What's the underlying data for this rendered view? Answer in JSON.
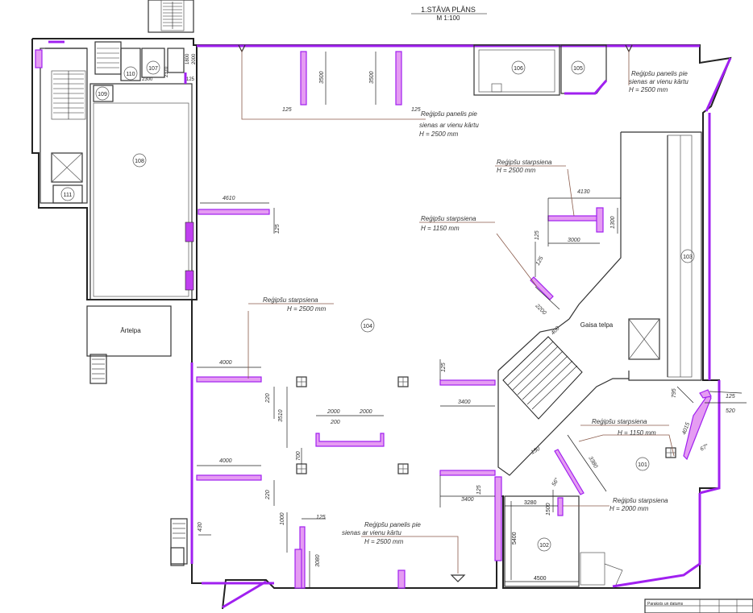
{
  "title": {
    "line1": "1.STĀVA PLĀNS",
    "line2": "M 1:100"
  },
  "rooms": {
    "r101": "101",
    "r102": "102",
    "r103": "103",
    "r104": "104",
    "r105": "105",
    "r106": "106",
    "r107": "107",
    "r108": "108",
    "r109": "109",
    "r110": "110",
    "r111": "111"
  },
  "labels": {
    "artelpa": "Ārtelpa",
    "gaisa_telpa": "Gaisa telpa"
  },
  "notes": {
    "panel_top_right": {
      "l1": "Reģipšu panelis pie",
      "l2": "sienas ar vienu kārtu",
      "l3": "H = 2500 mm"
    },
    "panel_top_center": {
      "l1": "Reģipšu panelis pie",
      "l2": "sienas ar vienu kārtu",
      "l3": "H = 2500 mm"
    },
    "panel_bottom": {
      "l1": "Reģipšu panelis pie",
      "l2": "sienas ar vienu kārtu",
      "l3": "H = 2500 mm"
    },
    "starp_2500_right": {
      "l1": "Reģipšu starpsiena",
      "l2": "H = 2500 mm"
    },
    "starp_1150_mid": {
      "l1": "Reģipšu starpsiena",
      "l2": "H = 1150 mm"
    },
    "starp_2500_left": {
      "l1": "Reģipšu starpsiena",
      "l2": "H = 2500 mm"
    },
    "starp_1150_101": {
      "l1": "Reģipšu starpsiena",
      "l2": "H = 1150 mm"
    },
    "starp_2000_101": {
      "l1": "Reģipšu starpsiena",
      "l2": "H = 2000 mm"
    }
  },
  "dims": {
    "d3500a": "3500",
    "d3500b": "3500",
    "d125a": "125",
    "d125b": "125",
    "d2300": "2300",
    "d2370": "2370",
    "d1800": "1800",
    "d2000a": "2000",
    "d125c": "125",
    "d4610": "4610",
    "d125d": "125",
    "d4130": "4130",
    "d3000": "3000",
    "d1300": "1300",
    "d125e": "125",
    "d125f": "125",
    "d2200": "2200",
    "d400": "400",
    "d4000a": "4000",
    "d220a": "220",
    "d3510": "3510",
    "d2000b": "2000",
    "d200": "200",
    "d2000c": "2000",
    "d700": "700",
    "d4000b": "4000",
    "d220b": "220",
    "d125g": "125",
    "d3400a": "3400",
    "d3400b": "3400",
    "d125h": "125",
    "d1000": "1000",
    "d125i": "125",
    "d430": "430",
    "d3080": "3080",
    "d3280": "3280",
    "d1500": "1500",
    "d5400": "5400",
    "d4500": "4500",
    "d795": "795",
    "d125j": "125",
    "d520": "520",
    "d4015": "4015",
    "d67deg": "67°",
    "d150": "150",
    "d3380": "3380",
    "d56deg": "56°"
  },
  "stamp": {
    "label": "Paraksts un datums"
  },
  "colors": {
    "partition": "#a020f0",
    "partition_fill": "#e59cf2",
    "leader": "#8a5a4a"
  }
}
